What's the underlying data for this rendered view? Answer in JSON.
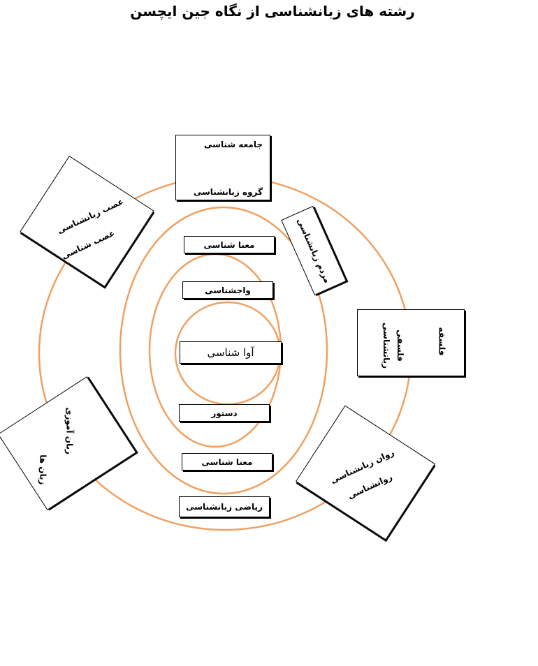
{
  "title": "رشته های زبانشناسی از نگاه جین ایچسن",
  "colors": {
    "ring": "#f0a060",
    "box_border": "#000000"
  },
  "rings": {
    "inner": "آوا شناسی",
    "ring2_top": "واجشناسی",
    "ring2_bottom": "دستور",
    "ring3_top": "معنا شناسی",
    "ring3_bottom": "معنا شناسی",
    "ring4_bottom": "ریاضی زبانشناسی"
  },
  "outer": {
    "top_box": {
      "line1": "جامعه شناسی",
      "line2": "گروه زبانشناسی"
    },
    "tilted_top_right": "مردم زبانشناسی",
    "right_box": {
      "col1": "زبانشناسی",
      "col2": "فلسفی",
      "col3": "فلسفه"
    },
    "bottom_right_box": {
      "line1": "روان زبانشناسی",
      "line2": "روانشناسی"
    },
    "bottom_left_box": {
      "line1": "زبان آموزی",
      "line2": "زبان ها"
    },
    "top_left_box": {
      "line1": "عصب زبانشناسی",
      "line2": "عصب شناسی"
    }
  }
}
